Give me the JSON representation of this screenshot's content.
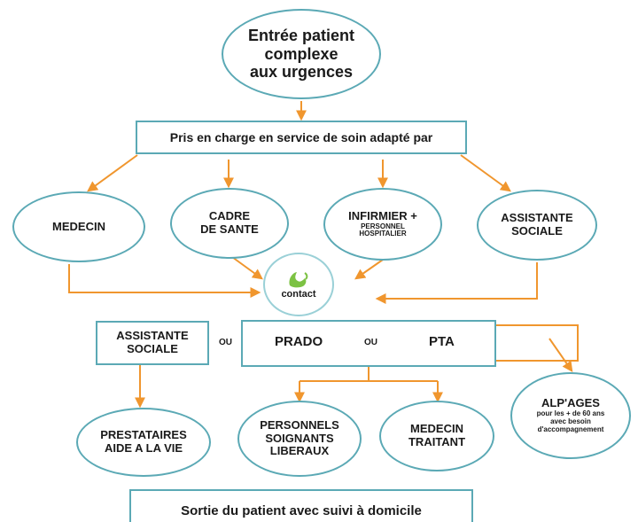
{
  "diagram": {
    "entry": [
      "Entrée patient",
      "complexe",
      "aux urgences"
    ],
    "care_header": "Pris en charge en service de soin adapté par",
    "medecin": "MEDECIN",
    "cadre": [
      "CADRE",
      "DE SANTE"
    ],
    "infirmier": {
      "main": "INFIRMIER +",
      "sub": [
        "PERSONNEL",
        "HOSPITALIER"
      ]
    },
    "assistante_top": [
      "ASSISTANTE",
      "SOCIALE"
    ],
    "contact": "contact",
    "assistante_mid": [
      "ASSISTANTE",
      "SOCIALE"
    ],
    "ou_left": "OU",
    "prado": "PRADO",
    "ou_right": "OU",
    "pta": "PTA",
    "alpages": {
      "title": "ALP'AGES",
      "sub": [
        "pour les + de 60 ans",
        "avec besoin",
        "d'accompagnement"
      ]
    },
    "prestataires": [
      "PRESTATAIRES",
      "AIDE A LA VIE"
    ],
    "personnels": [
      "PERSONNELS",
      "SOIGNANTS",
      "LIBERAUX"
    ],
    "medecin_traitant": [
      "MEDECIN",
      "TRAITANT"
    ],
    "exit": "Sortie du patient avec suivi à domicile"
  },
  "colors": {
    "arrow": "#f0962e",
    "border": "#5ba9b5",
    "phone": "#7cc243"
  },
  "icons": {
    "contact": "phone-icon"
  }
}
